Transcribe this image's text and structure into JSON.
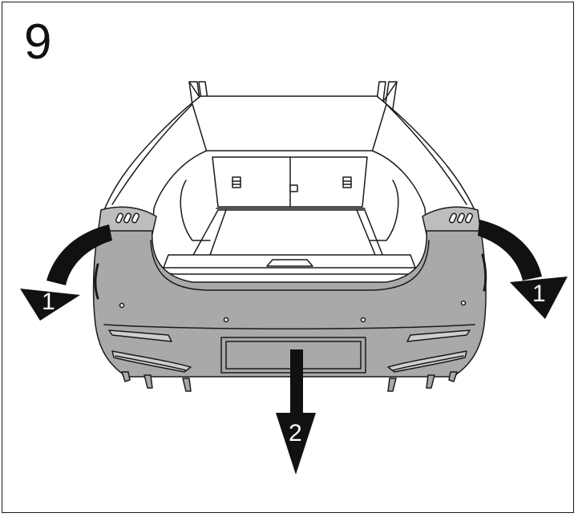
{
  "step": {
    "number": "9"
  },
  "arrows": [
    {
      "id": "left",
      "label": "1"
    },
    {
      "id": "right",
      "label": "1"
    },
    {
      "id": "down",
      "label": "2"
    }
  ],
  "colors": {
    "line": "#1a1a1a",
    "bumper_fill": "#a9a9a9",
    "body_fill": "#ffffff",
    "lamp_fill": "#bdbdbd",
    "arrow_fill": "#111111"
  }
}
